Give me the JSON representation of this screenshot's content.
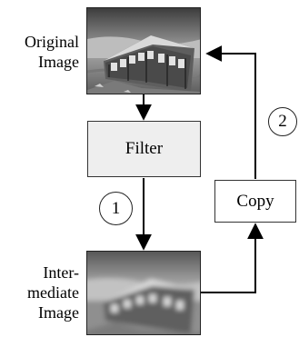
{
  "labels": {
    "original_line1": "Original",
    "original_line2": "Image",
    "inter_line1": "Inter-",
    "inter_line2": "mediate",
    "inter_line3": "Image"
  },
  "boxes": {
    "filter": "Filter",
    "copy": "Copy"
  },
  "steps": {
    "one": "1",
    "two": "2"
  },
  "colors": {
    "filter_fill": "#eeeeee",
    "copy_fill": "#ffffff",
    "line": "#000000"
  }
}
